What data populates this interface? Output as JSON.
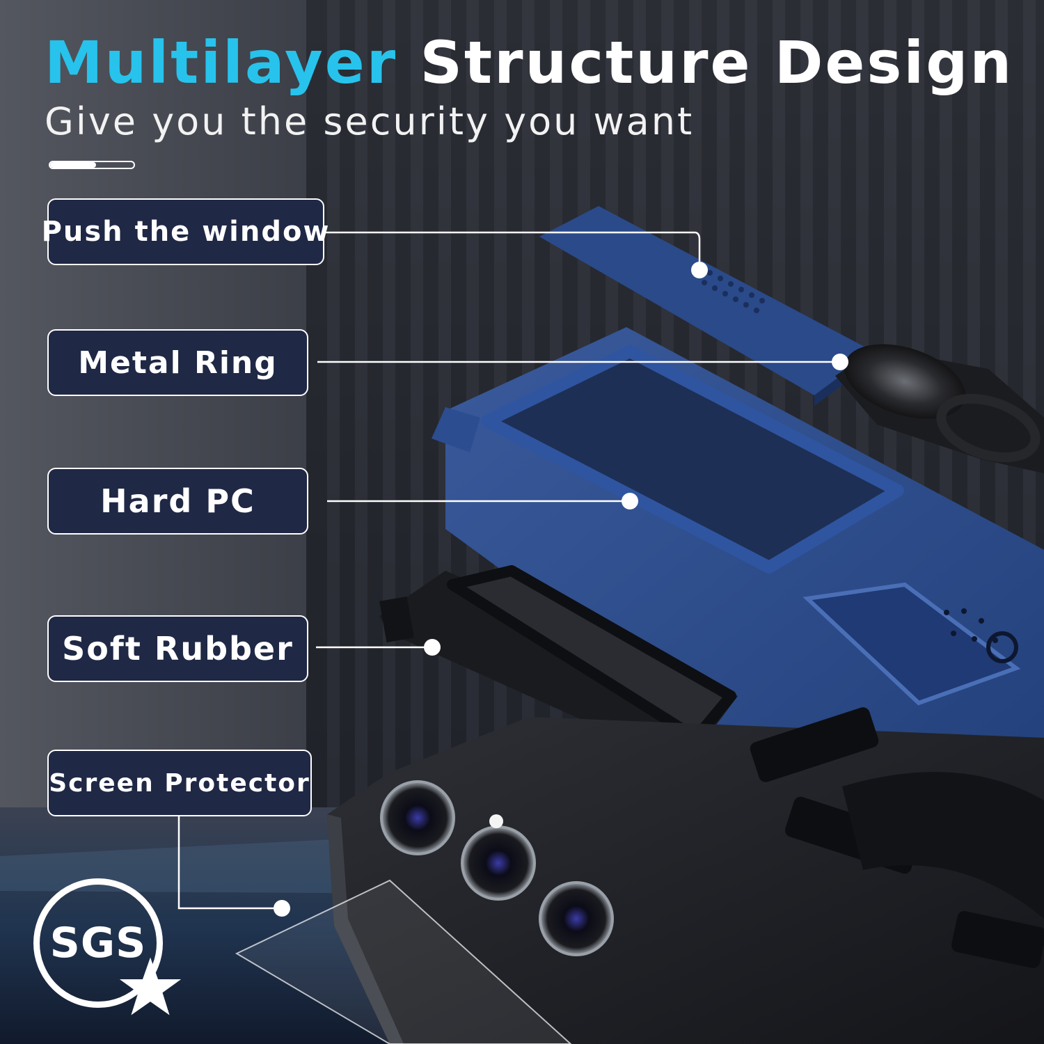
{
  "header": {
    "title_accent": "Multilayer",
    "title_rest": "Structure Design",
    "subtitle": "Give you the security you want",
    "progress_fraction": 0.55
  },
  "callouts": [
    {
      "label": "Push the window"
    },
    {
      "label": "Metal Ring"
    },
    {
      "label": "Hard PC"
    },
    {
      "label": "Soft Rubber"
    },
    {
      "label": "Screen Protector"
    }
  ],
  "badge": {
    "text": "SGS",
    "icon": "star-icon"
  },
  "colors": {
    "accent": "#27c3ec",
    "label_bg": "#1f2845",
    "case_blue": "#2b4c8c",
    "phone_black": "#1c1d21"
  }
}
